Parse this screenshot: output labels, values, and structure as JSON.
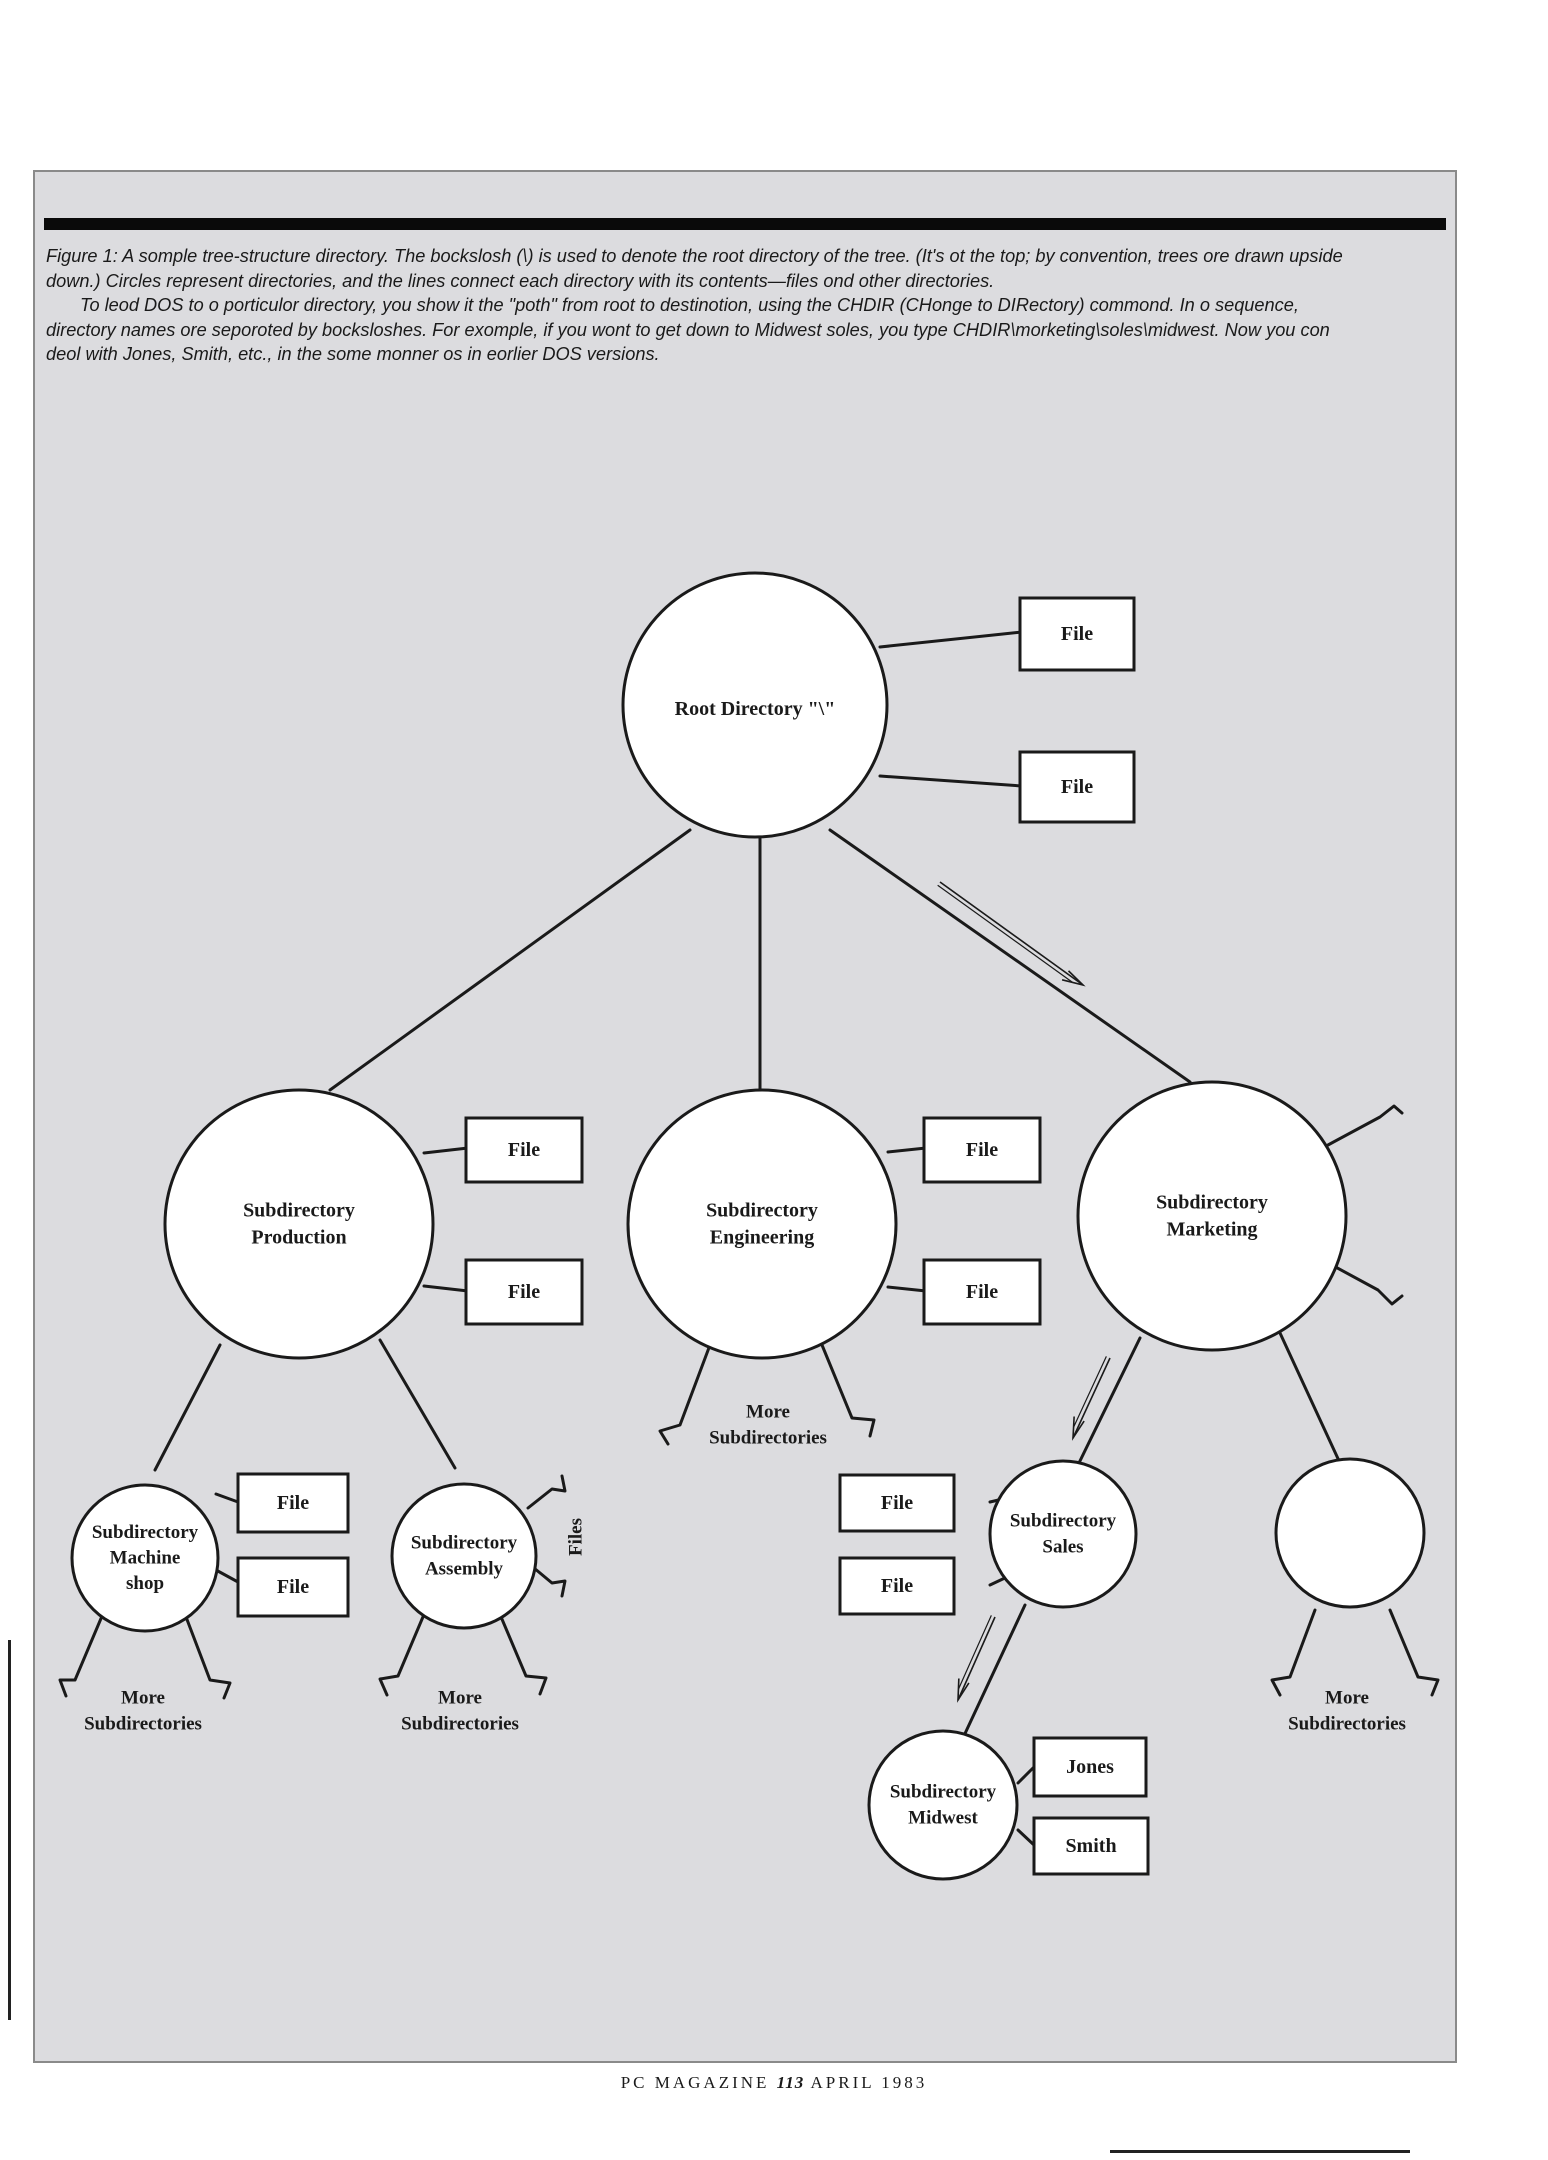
{
  "caption": {
    "para1": "Figure 1: A somple tree-structure directory. The bockslosh (\\) is used to denote the root directory of the tree. (It's ot the top; by convention, trees ore drawn upside down.) Circles represent directories, and the lines connect each directory with its contents—files ond other directories.",
    "para2": "To leod DOS to o porticulor directory, you show it the \"poth\" from root to destinotion, using the CHDIR (CHonge to DIRectory) commond. In o sequence, directory names ore seporoted by bocksloshes. For exomple, if you wont to get down to Midwest soles, you type CHDIR\\morketing\\soles\\midwest. Now you con deol with Jones, Smith, etc., in the some monner os in eorlier DOS versions."
  },
  "diagram": {
    "nodes": {
      "root": [
        "Root Directory \"\\\""
      ],
      "production": [
        "Subdirectory",
        "Production"
      ],
      "engineering": [
        "Subdirectory",
        "Engineering"
      ],
      "marketing": [
        "Subdirectory",
        "Marketing"
      ],
      "machine": [
        "Subdirectory",
        "Machine",
        "shop"
      ],
      "assembly": [
        "Subdirectory",
        "Assembly"
      ],
      "sales": [
        "Subdirectory",
        "Sales"
      ],
      "midwest": [
        "Subdirectory",
        "Midwest"
      ],
      "unnamed": []
    },
    "boxes": {
      "root_file_1": "File",
      "root_file_2": "File",
      "prod_file_1": "File",
      "prod_file_2": "File",
      "eng_file_1": "File",
      "eng_file_2": "File",
      "machine_file_1": "File",
      "machine_file_2": "File",
      "sales_file_1": "File",
      "sales_file_2": "File",
      "midwest_jones": "Jones",
      "midwest_smith": "Smith"
    },
    "notes": {
      "eng_more": [
        "More",
        "Subdirectories"
      ],
      "machine_more": [
        "More",
        "Subdirectories"
      ],
      "assembly_more": [
        "More",
        "Subdirectories"
      ],
      "unnamed_more": [
        "More",
        "Subdirectories"
      ],
      "assembly_files": "Files"
    }
  },
  "footer": {
    "magazine": "PC MAGAZINE",
    "page": "113",
    "date": "APRIL 1983"
  },
  "colors": {
    "panel": "#dcdcdf",
    "ink": "#1a1a1a",
    "shape_fill": "#ffffff"
  }
}
